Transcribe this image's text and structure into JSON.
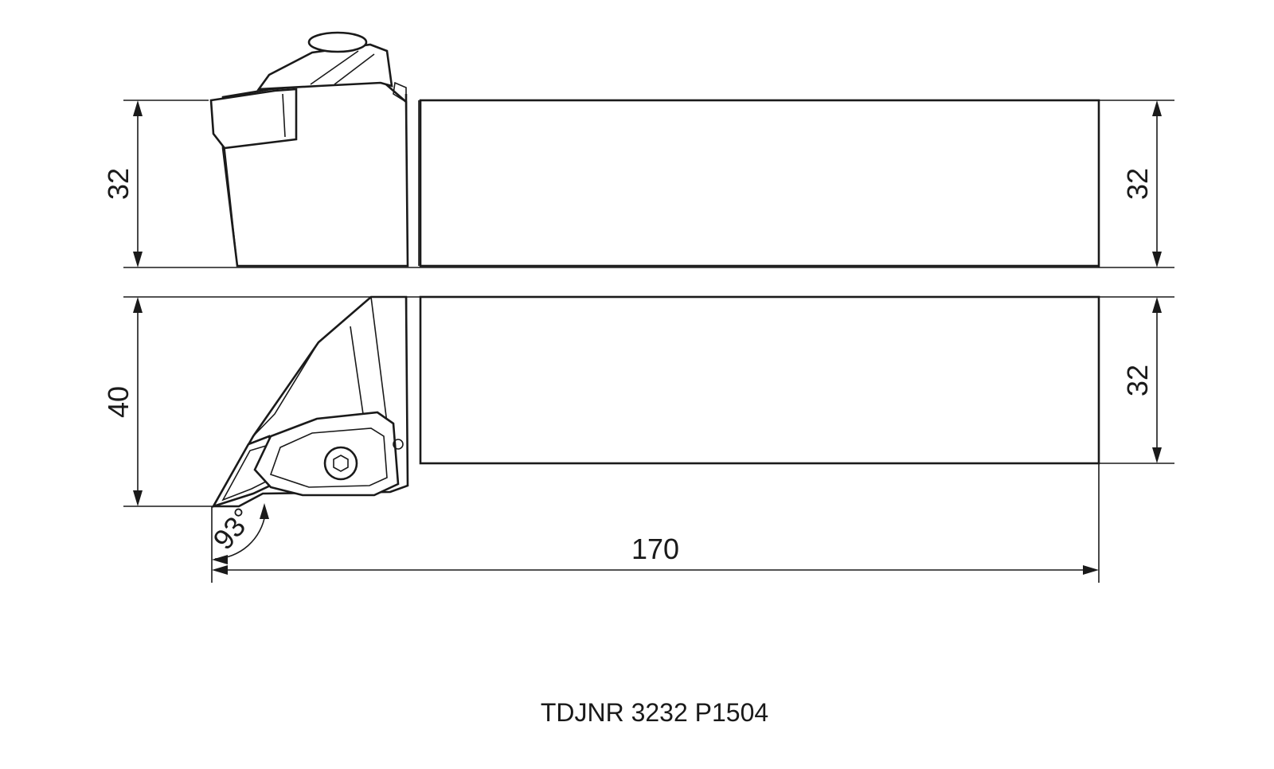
{
  "drawing": {
    "top_view": {
      "left_height_label": "32",
      "right_height_label": "32"
    },
    "side_view": {
      "left_height_label": "40",
      "right_height_label": "32",
      "angle_label": "93°",
      "length_label": "170"
    },
    "part_number": "TDJNR 3232 P1504"
  }
}
